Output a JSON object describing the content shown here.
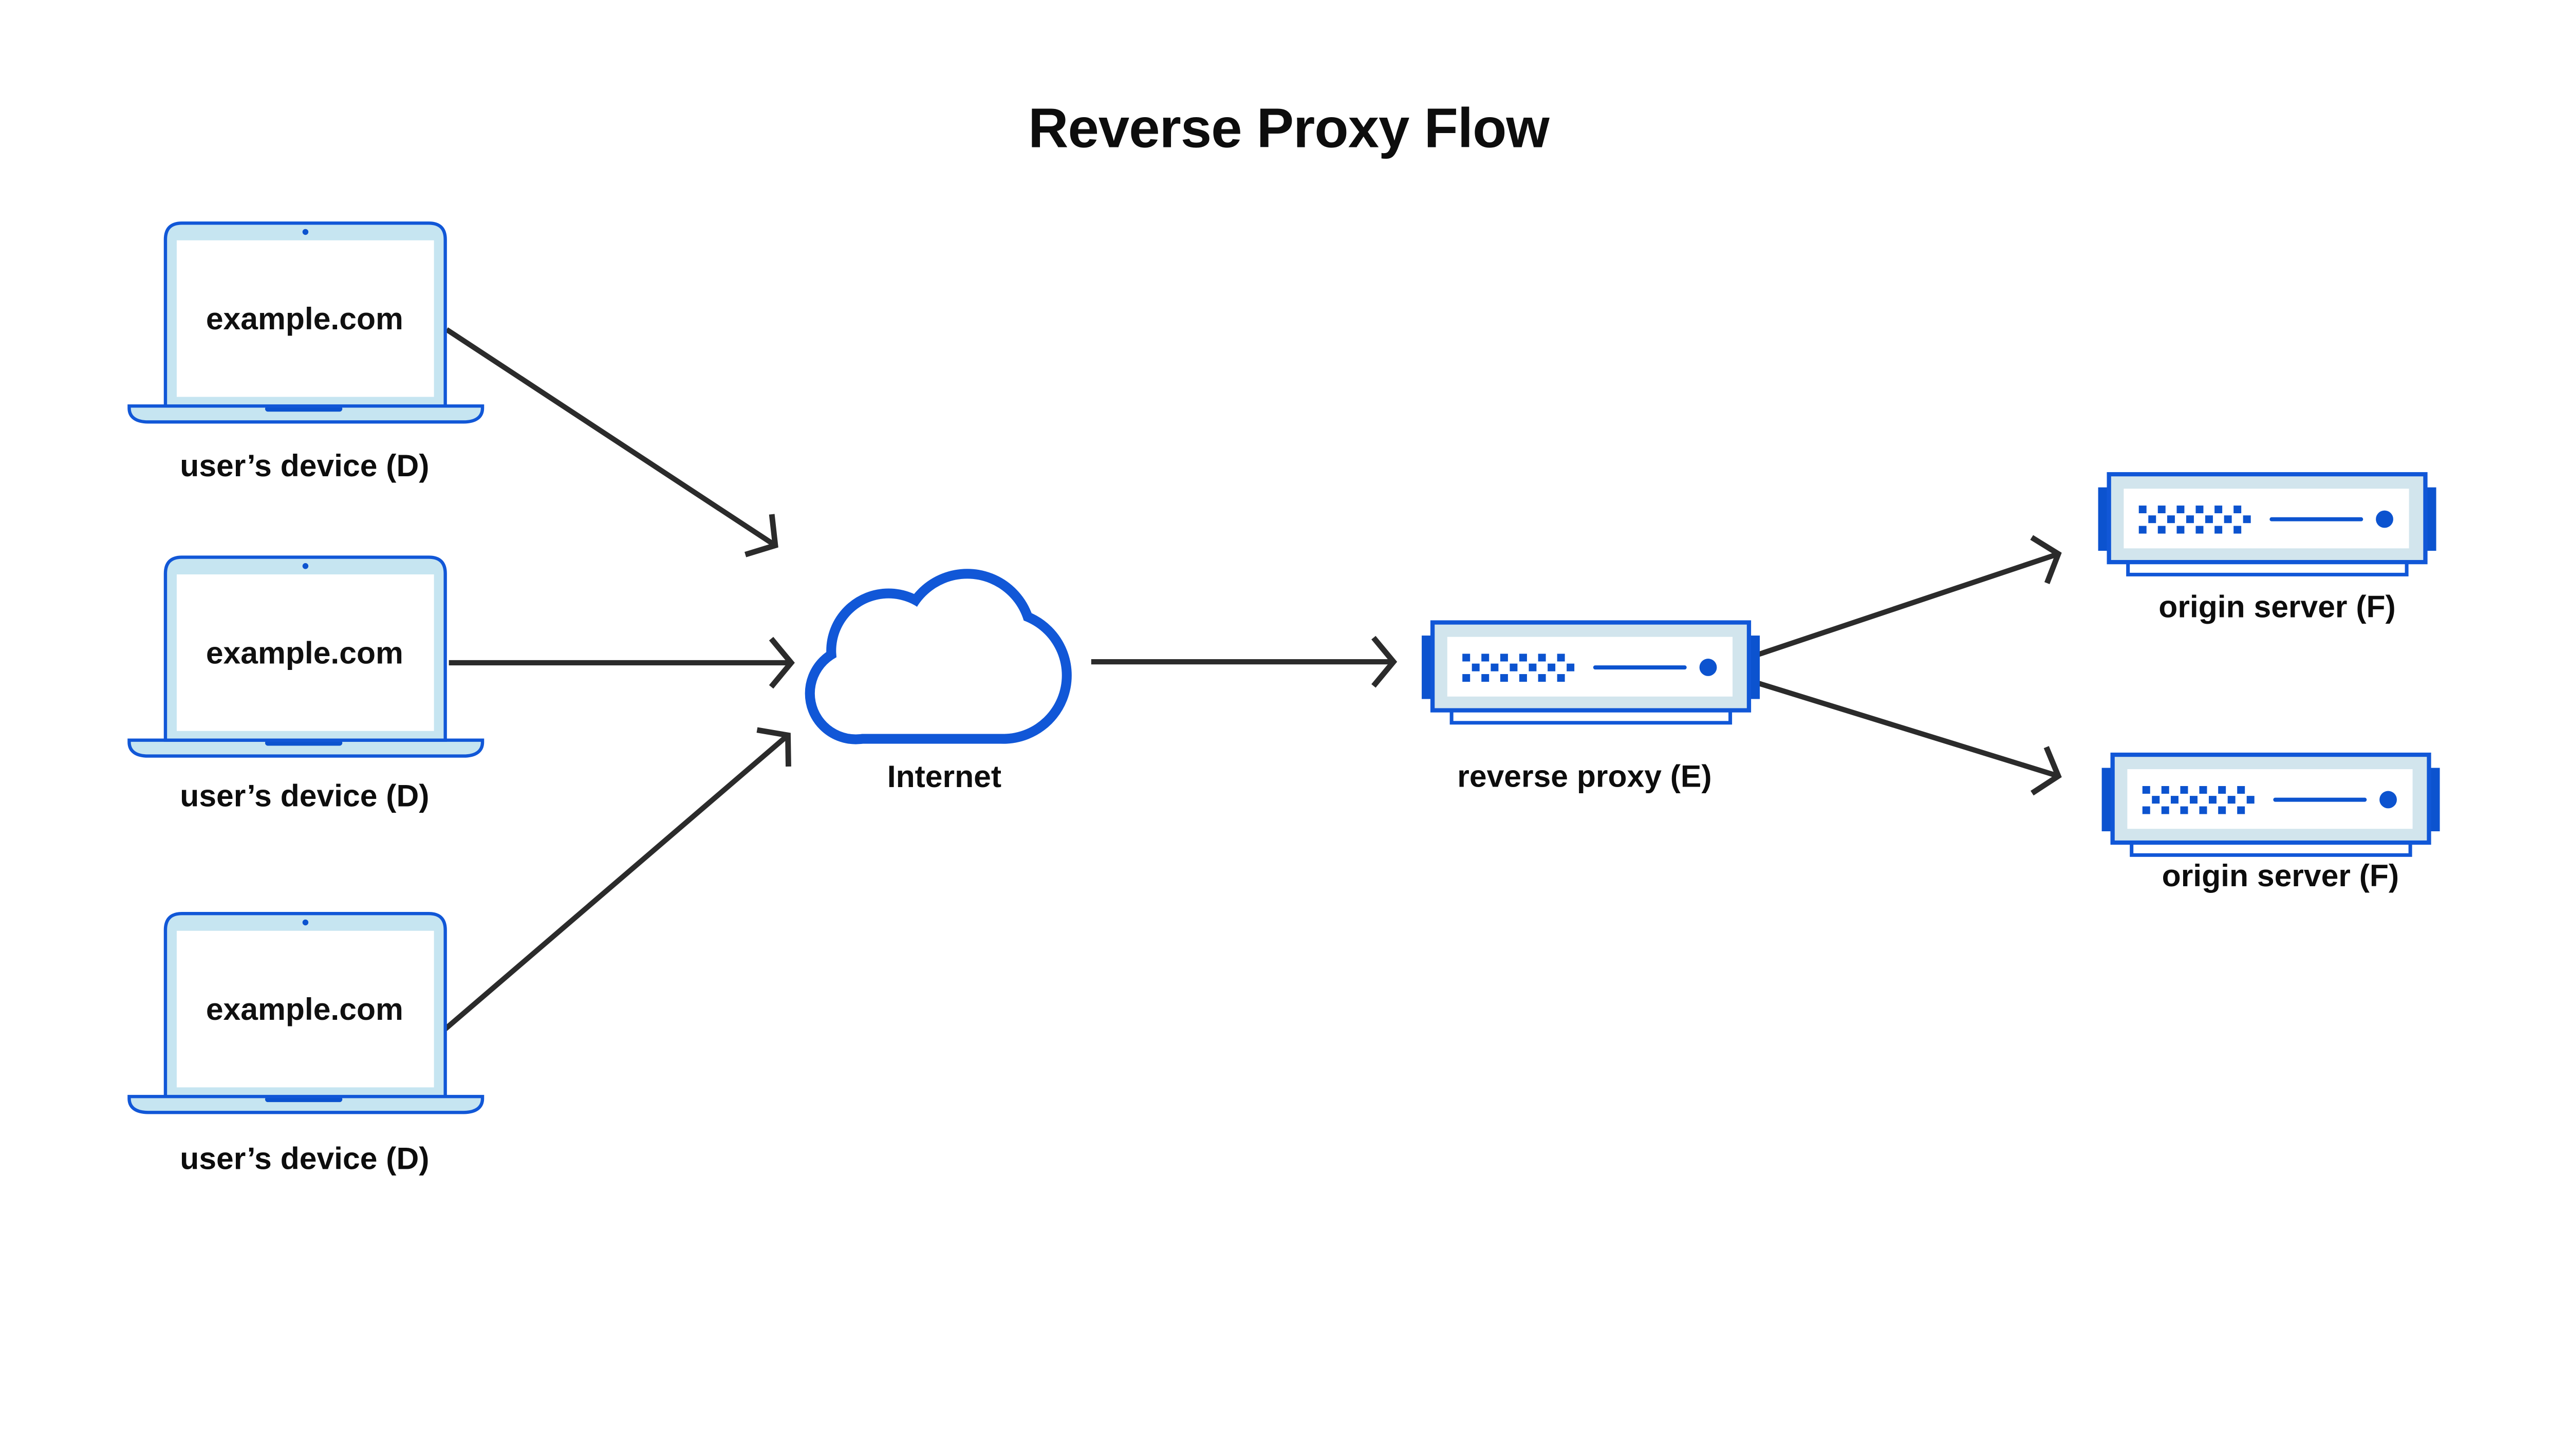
{
  "title": "Reverse Proxy Flow",
  "nodes": {
    "device1": {
      "screen_text": "example.com",
      "label": "user’s device (D)",
      "icon": "laptop-icon"
    },
    "device2": {
      "screen_text": "example.com",
      "label": "user’s device (D)",
      "icon": "laptop-icon"
    },
    "device3": {
      "screen_text": "example.com",
      "label": "user’s device (D)",
      "icon": "laptop-icon"
    },
    "internet": {
      "label": "Internet",
      "icon": "cloud-icon"
    },
    "reverse_proxy": {
      "label": "reverse proxy (E)",
      "icon": "server-icon"
    },
    "origin_server_1": {
      "label": "origin server (F)",
      "icon": "server-icon"
    },
    "origin_server_2": {
      "label": "origin server (F)",
      "icon": "server-icon"
    }
  },
  "edges": [
    {
      "from": "device1",
      "to": "internet"
    },
    {
      "from": "device2",
      "to": "internet"
    },
    {
      "from": "device3",
      "to": "internet"
    },
    {
      "from": "internet",
      "to": "reverse_proxy"
    },
    {
      "from": "reverse_proxy",
      "to": "origin_server_1"
    },
    {
      "from": "reverse_proxy",
      "to": "origin_server_2"
    }
  ],
  "colors": {
    "stroke_blue": "#1157d7",
    "solid_blue": "#0c53cf",
    "laptop_fill": "#c6e5f1",
    "server_fill": "#d2e5ed",
    "arrow_color": "#2b2b2b",
    "text_color": "#0d0d0d",
    "bg": "#ffffff"
  }
}
